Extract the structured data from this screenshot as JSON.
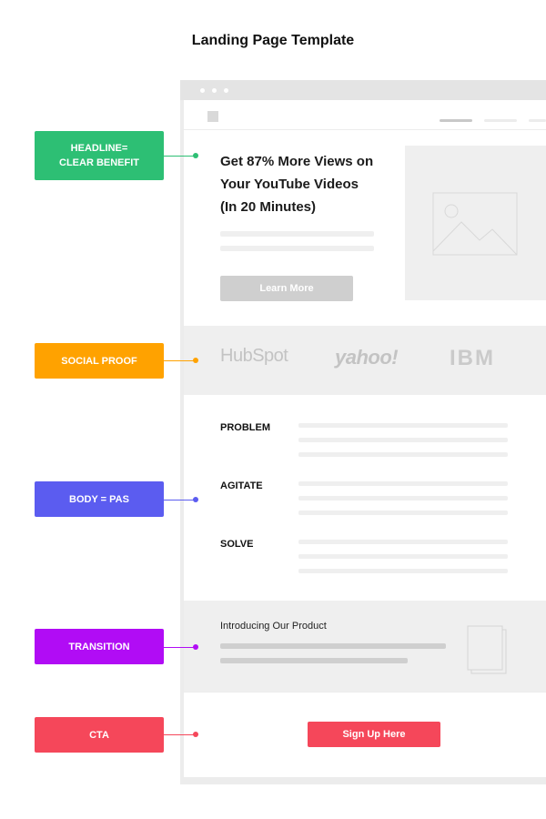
{
  "page": {
    "title": "Landing Page Template"
  },
  "colors": {
    "headline": "#2dbf74",
    "social_proof": "#ffa200",
    "body": "#5b5cf0",
    "transition": "#b10cf5",
    "cta": "#f5475a"
  },
  "annotations": {
    "headline_line1": "HEADLINE=",
    "headline_line2": "CLEAR BENEFIT",
    "social_proof": "SOCIAL PROOF",
    "body": "BODY = PAS",
    "transition": "TRANSITION",
    "cta": "CTA"
  },
  "hero": {
    "headline_line1": "Get 87% More Views on",
    "headline_line2": "Your YouTube Videos",
    "headline_line3": "(In 20 Minutes)",
    "button_label": "Learn More",
    "image_icon": "image-placeholder-icon"
  },
  "social_proof": {
    "logos": [
      "HubSpot",
      "yahoo!",
      "IBM"
    ]
  },
  "body": {
    "problem": "PROBLEM",
    "agitate": "AGITATE",
    "solve": "SOLVE"
  },
  "transition": {
    "intro": "Introducing Our Product",
    "icon": "document-stack-icon"
  },
  "cta": {
    "button_label": "Sign Up Here"
  }
}
